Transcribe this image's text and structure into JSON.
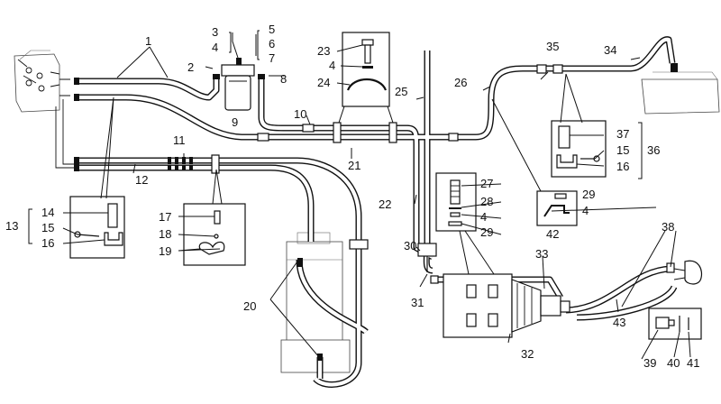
{
  "diagram": {
    "callout_numbers": [
      "1",
      "2",
      "3",
      "4",
      "5",
      "6",
      "7",
      "8",
      "9",
      "10",
      "11",
      "12",
      "13",
      "14",
      "15",
      "16",
      "17",
      "18",
      "19",
      "20",
      "21",
      "22",
      "23",
      "24",
      "25",
      "26",
      "27",
      "28",
      "29",
      "30",
      "31",
      "32",
      "33",
      "34",
      "35",
      "36",
      "37",
      "38",
      "39",
      "40",
      "41",
      "42",
      "43"
    ],
    "repeat_labels": {
      "four": "4",
      "fifteen": "15",
      "sixteen": "16",
      "twenty_nine": "29"
    }
  }
}
